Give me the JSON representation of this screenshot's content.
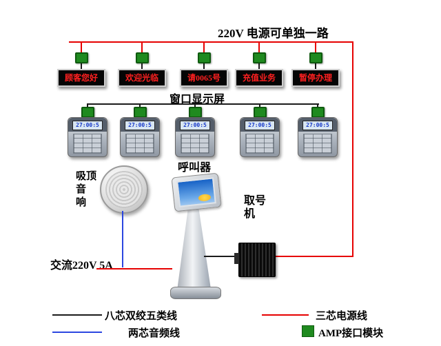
{
  "title_top": "220V  电源可单独一路",
  "displays": {
    "section_label": "窗口显示屏",
    "items": [
      "顾客您好",
      "欢迎光临",
      "请0065号",
      "充值业务",
      "暂停办理"
    ]
  },
  "callers": {
    "section_label": "呼叫器",
    "lcd_text": "27:00:5"
  },
  "speaker": {
    "label": "吸顶音响",
    "lines": [
      "吸顶",
      "音",
      "响"
    ]
  },
  "kiosk": {
    "label": "取号机",
    "lines": [
      "取号",
      "机"
    ]
  },
  "power_label": "交流220V 5A",
  "legend": {
    "items": [
      {
        "type": "line",
        "color": "#1a1a1a",
        "label": "八芯双绞五类线"
      },
      {
        "type": "line",
        "color": "#e60000",
        "label": "三芯电源线"
      },
      {
        "type": "line",
        "color": "#2b46e0",
        "label": "两芯音频线"
      },
      {
        "type": "swatch",
        "color": "#1f8a1f",
        "label": "AMP接口模块"
      }
    ]
  },
  "colors": {
    "power_line": "#e60000",
    "data_line": "#1a1a1a",
    "audio_line": "#2b46e0",
    "module_green": "#1f8a1f",
    "led_text": "#ff2020"
  }
}
